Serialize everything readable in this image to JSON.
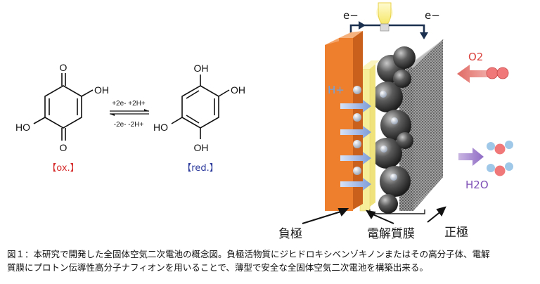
{
  "reaction": {
    "ox_label": "【ox.】",
    "red_label": "【red.】",
    "forward": "+2e- +2H+",
    "reverse": "-2e- -2H+",
    "oh": "OH",
    "ho": "HO",
    "o": "O"
  },
  "cell": {
    "electron_left": "e−",
    "electron_right": "e−",
    "proton": "H+",
    "oxygen": "O2",
    "water": "H2O",
    "anode_label": "負極",
    "electrolyte_label": "電解質膜",
    "cathode_label": "正極"
  },
  "colors": {
    "anode": "#ee7f2d",
    "electrolyte": "#f7ee9a",
    "cathode_mesh": "#8a8a8a",
    "oxygen_atom": "#f07878",
    "water_atom": "#9ec7e8"
  },
  "caption": {
    "line1": "図１：本研究で開発した全固体空気二次電池の概念図。負極活物質にジヒドロキシベンゾキノンまたはその高分子体、電解",
    "line2": "質膜にプロトン伝導性高分子ナフィオンを用いることで、薄型で安全な全固体空気二次電池を構築出来る。"
  }
}
